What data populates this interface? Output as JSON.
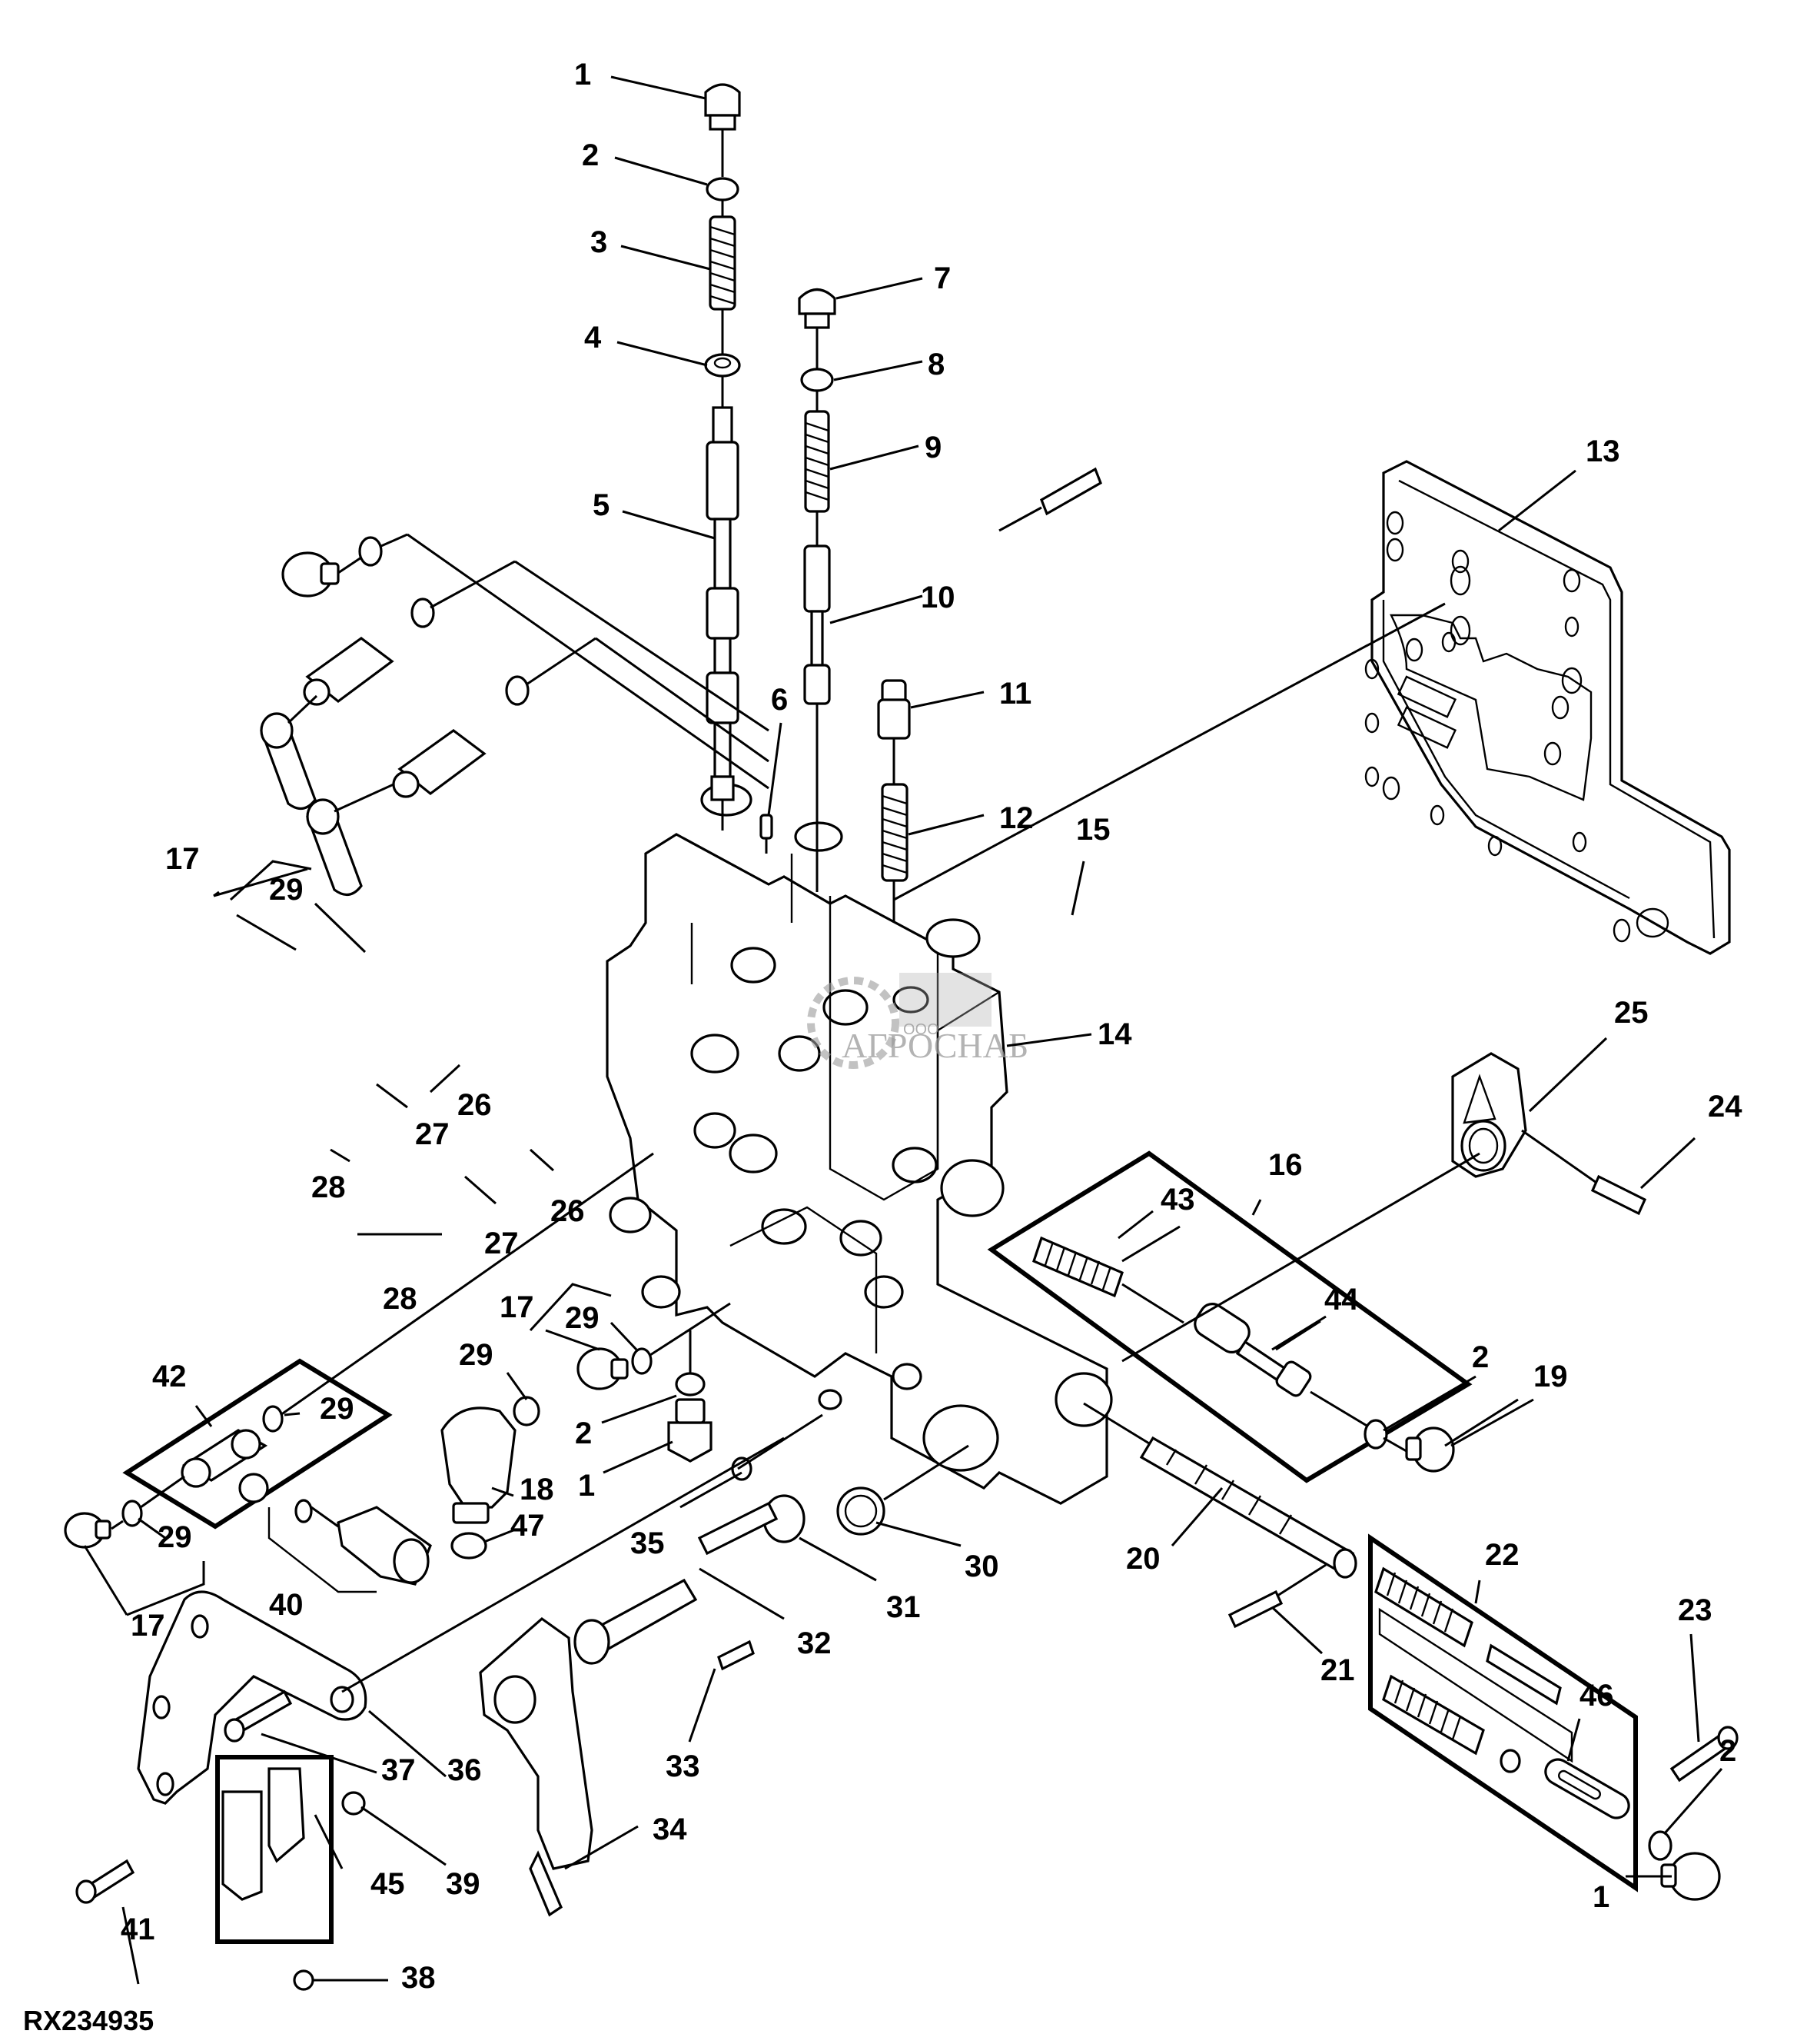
{
  "figure": {
    "reference_code": "RX234935",
    "watermark": {
      "brand": "АГРОСНАБ",
      "prefix": "ООО"
    },
    "description": "Exploded parts diagram of a transmission control valve housing",
    "callouts": [
      {
        "id": "c1a",
        "number": "1"
      },
      {
        "id": "c2a",
        "number": "2"
      },
      {
        "id": "c3",
        "number": "3"
      },
      {
        "id": "c4",
        "number": "4"
      },
      {
        "id": "c5",
        "number": "5"
      },
      {
        "id": "c6",
        "number": "6"
      },
      {
        "id": "c7",
        "number": "7"
      },
      {
        "id": "c8",
        "number": "8"
      },
      {
        "id": "c9",
        "number": "9"
      },
      {
        "id": "c10",
        "number": "10"
      },
      {
        "id": "c11",
        "number": "11"
      },
      {
        "id": "c12",
        "number": "12"
      },
      {
        "id": "c13",
        "number": "13"
      },
      {
        "id": "c14",
        "number": "14"
      },
      {
        "id": "c15",
        "number": "15"
      },
      {
        "id": "c16",
        "number": "16"
      },
      {
        "id": "c17a",
        "number": "17"
      },
      {
        "id": "c29a",
        "number": "29"
      },
      {
        "id": "c26a",
        "number": "26"
      },
      {
        "id": "c27a",
        "number": "27"
      },
      {
        "id": "c28a",
        "number": "28"
      },
      {
        "id": "c26b",
        "number": "26"
      },
      {
        "id": "c27b",
        "number": "27"
      },
      {
        "id": "c28b",
        "number": "28"
      },
      {
        "id": "c17b",
        "number": "17"
      },
      {
        "id": "c29b",
        "number": "29"
      },
      {
        "id": "c29c",
        "number": "29"
      },
      {
        "id": "c2b",
        "number": "2"
      },
      {
        "id": "c1b",
        "number": "1"
      },
      {
        "id": "c18",
        "number": "18"
      },
      {
        "id": "c47",
        "number": "47"
      },
      {
        "id": "c42",
        "number": "42"
      },
      {
        "id": "c29d",
        "number": "29"
      },
      {
        "id": "c29e",
        "number": "29"
      },
      {
        "id": "c17c",
        "number": "17"
      },
      {
        "id": "c40",
        "number": "40"
      },
      {
        "id": "c43",
        "number": "43"
      },
      {
        "id": "c44",
        "number": "44"
      },
      {
        "id": "c2c",
        "number": "2"
      },
      {
        "id": "c19",
        "number": "19"
      },
      {
        "id": "c25",
        "number": "25"
      },
      {
        "id": "c24",
        "number": "24"
      },
      {
        "id": "c35",
        "number": "35"
      },
      {
        "id": "c30",
        "number": "30"
      },
      {
        "id": "c31",
        "number": "31"
      },
      {
        "id": "c32",
        "number": "32"
      },
      {
        "id": "c20",
        "number": "20"
      },
      {
        "id": "c21",
        "number": "21"
      },
      {
        "id": "c22",
        "number": "22"
      },
      {
        "id": "c23",
        "number": "23"
      },
      {
        "id": "c46",
        "number": "46"
      },
      {
        "id": "c2d",
        "number": "2"
      },
      {
        "id": "c1c",
        "number": "1"
      },
      {
        "id": "c33",
        "number": "33"
      },
      {
        "id": "c34",
        "number": "34"
      },
      {
        "id": "c36",
        "number": "36"
      },
      {
        "id": "c37",
        "number": "37"
      },
      {
        "id": "c39",
        "number": "39"
      },
      {
        "id": "c45",
        "number": "45"
      },
      {
        "id": "c41",
        "number": "41"
      },
      {
        "id": "c38",
        "number": "38"
      }
    ]
  }
}
